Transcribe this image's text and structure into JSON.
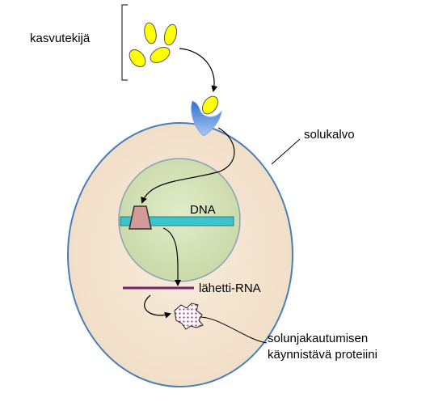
{
  "labels": {
    "growth_factor": "kasvutekijä",
    "cell_membrane": "solukalvo",
    "dna": "DNA",
    "mrna": "lähetti-RNA",
    "protein_line1": "solunjakautumisen",
    "protein_line2": "käynnistävä proteiini"
  },
  "colors": {
    "cell_fill": "#f5e6d3",
    "cell_stroke": "#4a7ebb",
    "nucleus_fill": "#d7e4bd",
    "nucleus_stroke": "#8aa0b8",
    "dna_bar": "#3cc4cc",
    "polymerase": "#d49a9a",
    "mrna_line": "#7a1f6e",
    "growth_factor": "#ffff00",
    "receptor": "#5b8fd6",
    "protein_dots": "#b03080"
  },
  "icons": {
    "receptor": "receptor-icon",
    "growth_factor": "growth-factor-molecule-icon",
    "polymerase": "rna-polymerase-icon",
    "protein": "protein-blob-icon"
  }
}
